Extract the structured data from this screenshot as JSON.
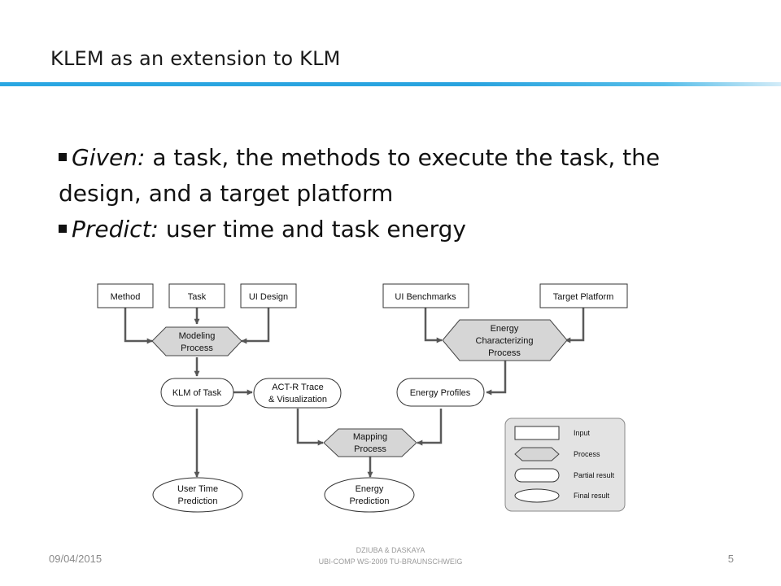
{
  "slide": {
    "title": "KLEM as an extension to KLM",
    "bullets": [
      {
        "lead": "Given:",
        "text": " a task, the methods to execute the task, the design, and a target platform"
      },
      {
        "lead": "Predict:",
        "text": " user time and task energy"
      }
    ]
  },
  "diagram": {
    "inputs": {
      "method": "Method",
      "task": "Task",
      "ui_design": "UI Design",
      "ui_benchmarks": "UI Benchmarks",
      "target_platform": "Target Platform"
    },
    "processes": {
      "modeling": [
        "Modeling",
        "Process"
      ],
      "energy_char": [
        "Energy",
        "Characterizing",
        "Process"
      ],
      "mapping": [
        "Mapping",
        "Process"
      ]
    },
    "partials": {
      "klm": "KLM of Task",
      "actr": [
        "ACT-R Trace",
        "& Visualization"
      ],
      "energy_profiles": "Energy Profiles"
    },
    "finals": {
      "user_time": [
        "User Time",
        "Prediction"
      ],
      "energy": [
        "Energy",
        "Prediction"
      ]
    },
    "legend": {
      "input": "Input",
      "process": "Process",
      "partial": "Partial result",
      "final": "Final result"
    }
  },
  "footer": {
    "date": "09/04/2015",
    "authors": "DZIUBA & DASKAYA",
    "course": "UBI-COMP WS-2009 TU-BRAUNSCHWEIG",
    "page": "5"
  }
}
